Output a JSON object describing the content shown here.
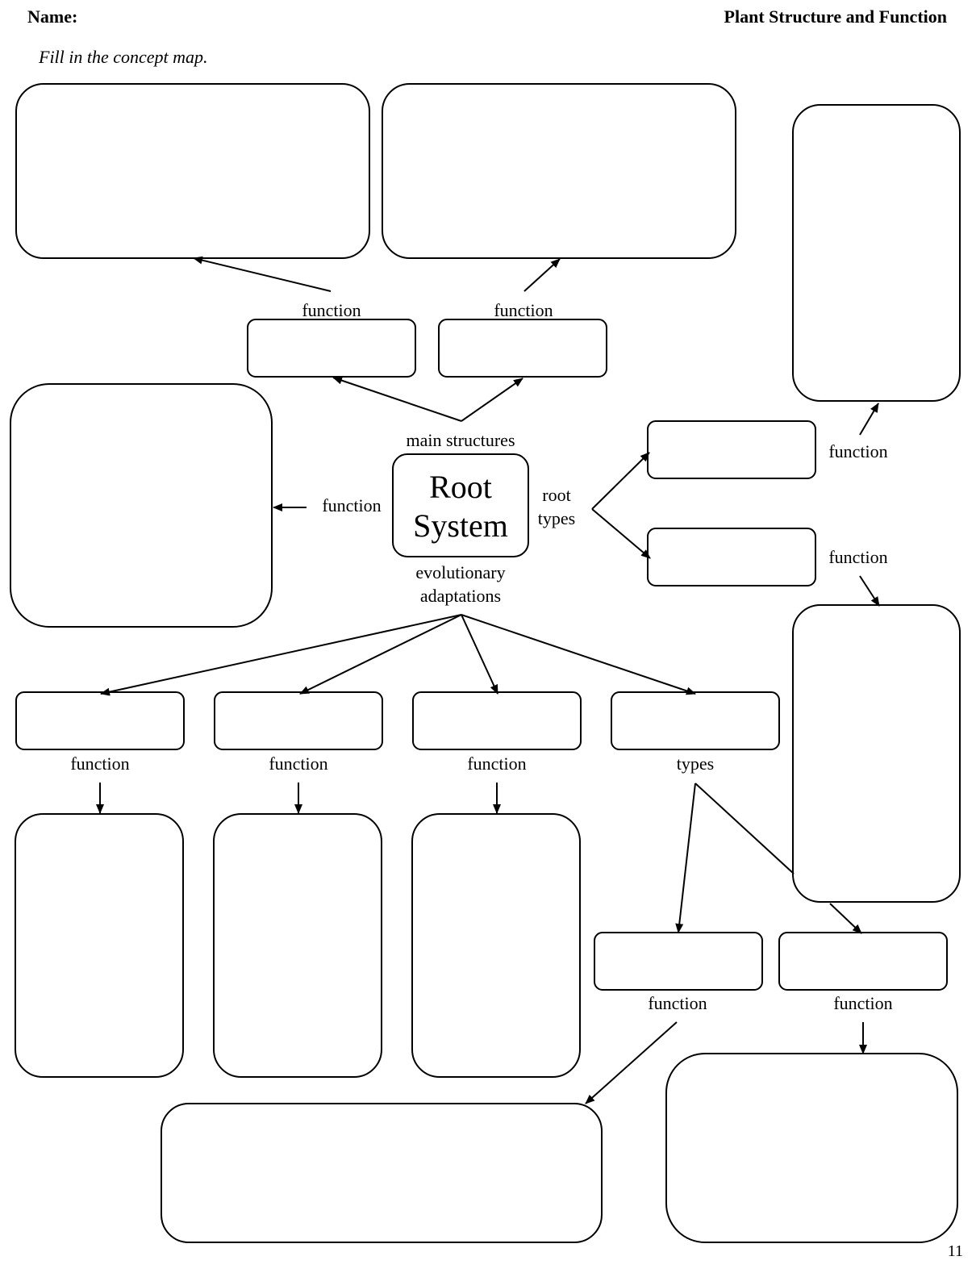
{
  "header": {
    "name_label": "Name:",
    "title": "Plant Structure and Function"
  },
  "instructions": "Fill in the concept map.",
  "page_number": "11",
  "concept_map": {
    "center": {
      "line1": "Root",
      "line2": "System"
    },
    "labels": {
      "main_structures": "main structures",
      "root_types_1": "root",
      "root_types_2": "types",
      "evo_1": "evolutionary",
      "evo_2": "adaptations",
      "function": "function",
      "types": "types"
    }
  }
}
